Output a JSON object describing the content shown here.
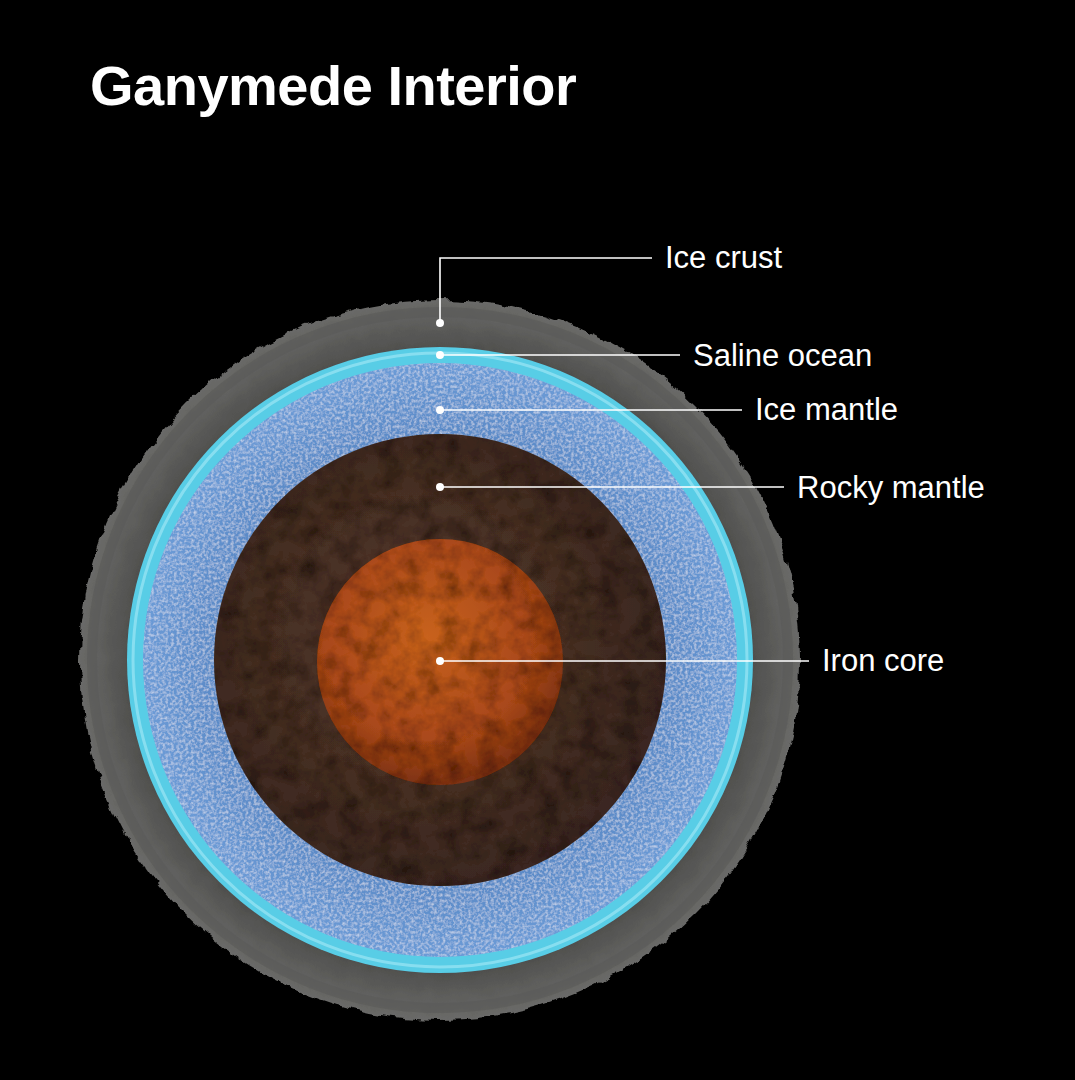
{
  "diagram": {
    "title": "Ganymede Interior",
    "labels": [
      "Ice crust",
      "Saline ocean",
      "Ice mantle",
      "Rocky mantle",
      "Iron core"
    ]
  }
}
